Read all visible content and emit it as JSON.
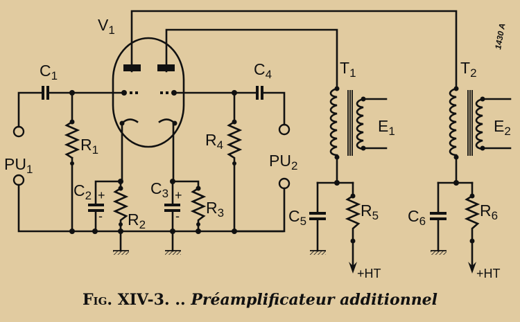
{
  "figure": {
    "caption_prefix": "Fig. XIV-3.",
    "caption_separator": "..",
    "caption_title": "Préamplificateur additionnel",
    "reference_number": "1430 A",
    "colors": {
      "paper": "#e1cba0",
      "ink": "#111111"
    }
  },
  "components": {
    "tube": {
      "label": "V",
      "index": "1"
    },
    "c1": {
      "label": "C",
      "index": "1"
    },
    "c2": {
      "label": "C",
      "index": "2",
      "plus": "+",
      "minus": "-"
    },
    "c3": {
      "label": "C",
      "index": "3",
      "plus": "+",
      "minus": "-"
    },
    "c4": {
      "label": "C",
      "index": "4"
    },
    "c5": {
      "label": "C",
      "index": "5"
    },
    "c6": {
      "label": "C",
      "index": "6"
    },
    "r1": {
      "label": "R",
      "index": "1"
    },
    "r2": {
      "label": "R",
      "index": "2"
    },
    "r3": {
      "label": "R",
      "index": "3"
    },
    "r4": {
      "label": "R",
      "index": "4"
    },
    "r5": {
      "label": "R",
      "index": "5"
    },
    "r6": {
      "label": "R",
      "index": "6"
    },
    "pu1": {
      "label": "PU",
      "index": "1"
    },
    "pu2": {
      "label": "PU",
      "index": "2"
    },
    "t1": {
      "label": "T",
      "index": "1"
    },
    "t2": {
      "label": "T",
      "index": "2"
    },
    "e1": {
      "label": "E",
      "index": "1"
    },
    "e2": {
      "label": "E",
      "index": "2"
    },
    "ht1": {
      "label": "+HT"
    },
    "ht2": {
      "label": "+HT"
    }
  }
}
